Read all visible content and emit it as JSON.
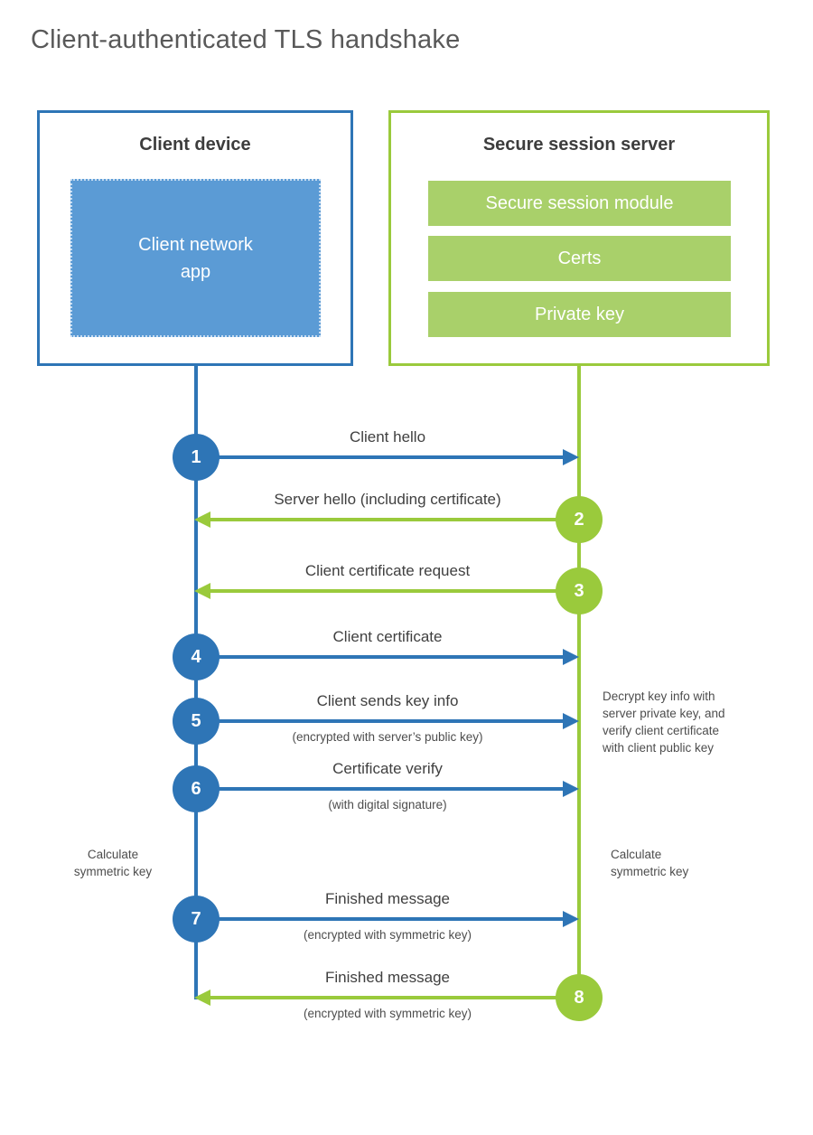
{
  "title": "Client-authenticated TLS handshake",
  "colors": {
    "blue": "#2e75b6",
    "blue_fill": "#5b9bd5",
    "green": "#9aca3c",
    "green_fill": "#a9d06a"
  },
  "client_box": {
    "title": "Client device",
    "app_label": "Client network\napp"
  },
  "server_box": {
    "title": "Secure session server",
    "modules": [
      "Secure session module",
      "Certs",
      "Private key"
    ]
  },
  "steps": [
    {
      "num": "1",
      "label": "Client hello",
      "sublabel": "",
      "from": "client",
      "to": "server"
    },
    {
      "num": "2",
      "label": "Server hello (including certificate)",
      "sublabel": "",
      "from": "server",
      "to": "client"
    },
    {
      "num": "3",
      "label": "Client certificate request",
      "sublabel": "",
      "from": "server",
      "to": "client"
    },
    {
      "num": "4",
      "label": "Client certificate",
      "sublabel": "",
      "from": "client",
      "to": "server"
    },
    {
      "num": "5",
      "label": "Client sends key info",
      "sublabel": "(encrypted with server’s public key)",
      "from": "client",
      "to": "server"
    },
    {
      "num": "6",
      "label": "Certificate verify",
      "sublabel": "(with digital signature)",
      "from": "client",
      "to": "server"
    },
    {
      "num": "7",
      "label": "Finished message",
      "sublabel": "(encrypted with symmetric key)",
      "from": "client",
      "to": "server"
    },
    {
      "num": "8",
      "label": "Finished message",
      "sublabel": "(encrypted with symmetric key)",
      "from": "server",
      "to": "client"
    }
  ],
  "notes": {
    "client_calculate": "Calculate\nsymmetric key",
    "server_calculate": "Calculate\nsymmetric key",
    "server_decrypt": "Decrypt key info with\nserver private key, and\nverify client certificate\nwith client public key"
  }
}
